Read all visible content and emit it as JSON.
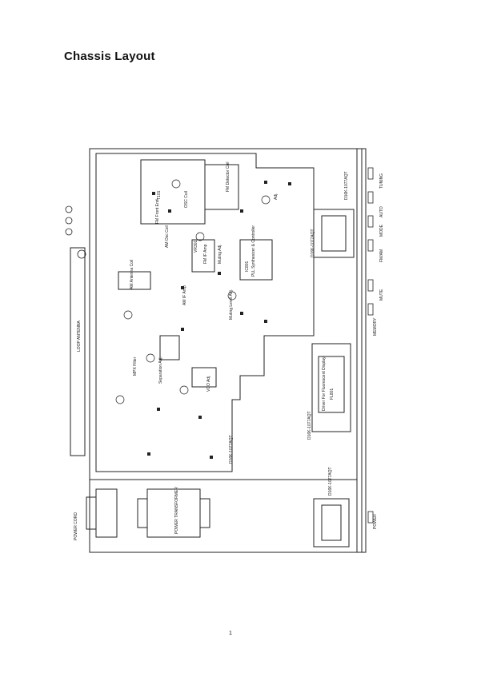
{
  "page": {
    "title": "Chassis Layout",
    "page_number": "1"
  },
  "labels": {
    "power_cord": "POWER CORD",
    "loop_antenna": "LOOP ANTENNA",
    "power_transformer": "POWER TRANSFORMER",
    "power_switch": "POWER",
    "memory": "MEMORY",
    "board_1": "D16K-1077AQT",
    "board_2": "D16K-1077AQT",
    "board_3": "D16K-1077AQT",
    "board_4": "D16K-1077AQT",
    "board_5": "D16K-1077AQT",
    "pll": "PLL Synthesizer & Controller",
    "ic": "IC801",
    "fl_display": "FL801",
    "display_desc": "Driver For Fluorescent Display",
    "fm_detector": "FM Detector Coil",
    "am_osc": "AM Osc Coil",
    "muting": "Muting Level Adj.",
    "separation": "Separation Adj.",
    "mpx_filter": "MPX Filter",
    "vco": "VCO Adj.",
    "osc_coil": "OSC Coil",
    "am_ant": "AM Antenna Coil",
    "fm_if": "FM IF Amp",
    "mod": "Muting Adj.",
    "am_if": "AM IF Amp",
    "vr": "VR301",
    "if_t": "T101",
    "adj": "Adj.",
    "fm_front": "FM Front End",
    "tuning": "TUNING",
    "mode": "MODE",
    "fm_am": "FM/AM",
    "auto": "AUTO",
    "mute": "MUTE"
  }
}
